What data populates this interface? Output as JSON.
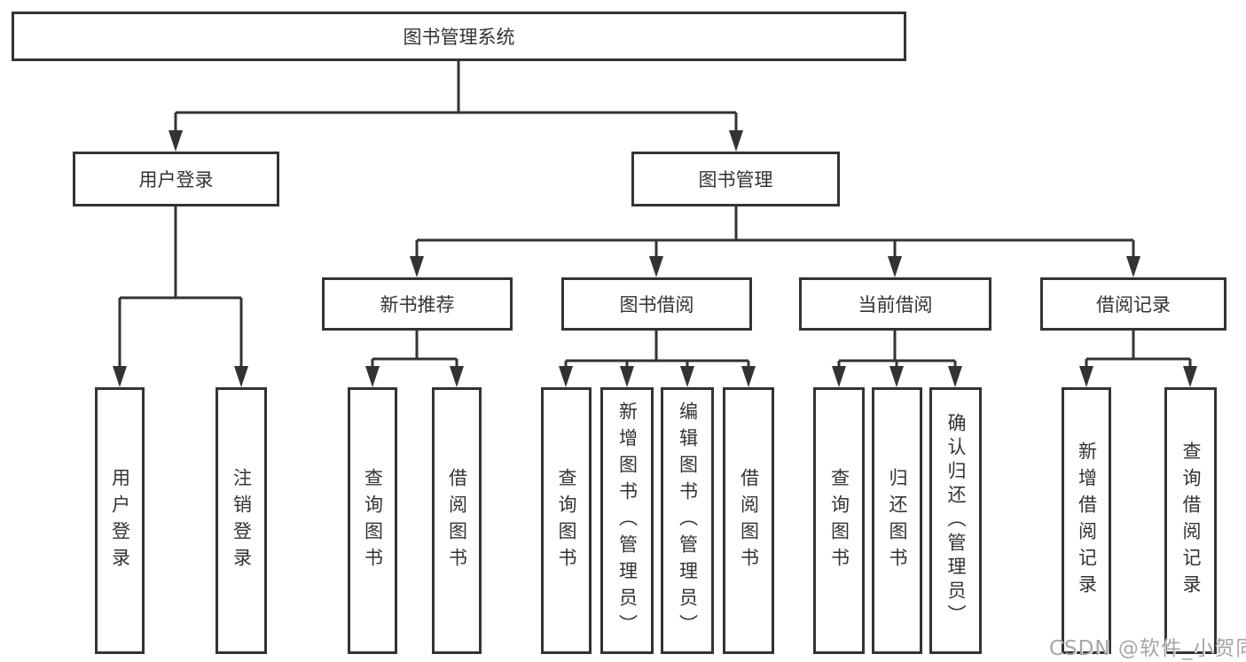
{
  "diagram": {
    "type": "hierarchy-tree",
    "colors": {
      "line": "#333333",
      "text": "#333333",
      "background": "#ffffff"
    },
    "tree": {
      "label": "图书管理系统",
      "children": [
        {
          "label": "用户登录",
          "children": [
            {
              "label": "用户登录"
            },
            {
              "label": "注销登录"
            }
          ]
        },
        {
          "label": "图书管理",
          "children": [
            {
              "label": "新书推荐",
              "children": [
                {
                  "label": "查询图书"
                },
                {
                  "label": "借阅图书"
                }
              ]
            },
            {
              "label": "图书借阅",
              "children": [
                {
                  "label": "查询图书"
                },
                {
                  "label": "新增图书（管理员）"
                },
                {
                  "label": "编辑图书（管理员）"
                },
                {
                  "label": "借阅图书"
                }
              ]
            },
            {
              "label": "当前借阅",
              "children": [
                {
                  "label": "查询图书"
                },
                {
                  "label": "归还图书"
                },
                {
                  "label": "确认归还（管理员）"
                }
              ]
            },
            {
              "label": "借阅记录",
              "children": [
                {
                  "label": "新增借阅记录"
                },
                {
                  "label": "查询借阅记录"
                }
              ]
            }
          ]
        }
      ]
    }
  },
  "watermark": {
    "text": "CSDN @软件_小贺同学"
  }
}
